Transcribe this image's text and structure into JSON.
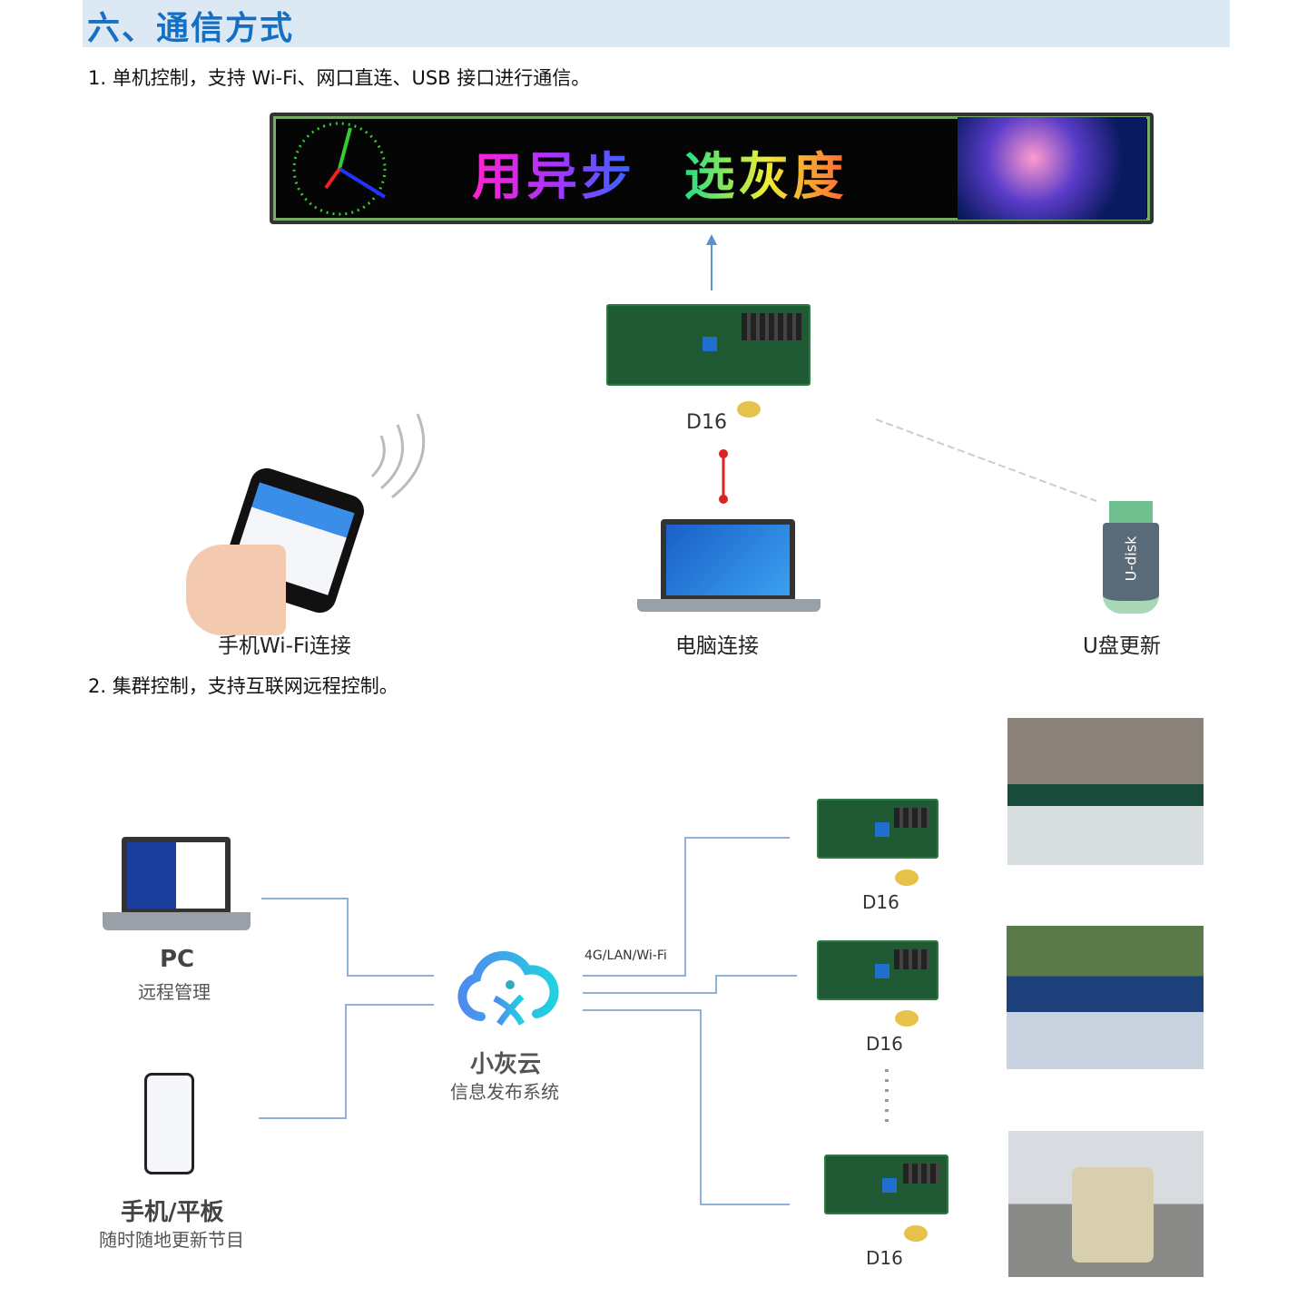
{
  "header": {
    "title": "六、通信方式"
  },
  "section1": {
    "text": "1. 单机控制，支持 Wi-Fi、网口直连、USB 接口进行通信。",
    "led_text_a": "用异步",
    "led_text_b": "选灰度",
    "controller": "D16",
    "phone_label": "手机Wi-Fi连接",
    "pc_label": "电脑连接",
    "udisk_label": "U盘更新",
    "udisk_text": "U-disk"
  },
  "section2": {
    "text": "2. 集群控制，支持互联网远程控制。",
    "pc_title": "PC",
    "pc_sub": "远程管理",
    "mobile_title": "手机/平板",
    "mobile_sub": "随时随地更新节目",
    "cloud_title": "小灰云",
    "cloud_sub": "信息发布系统",
    "network": "4G/LAN/Wi-Fi",
    "controllers": [
      "D16",
      "D16",
      "D16"
    ]
  },
  "colors": {
    "header_bg": "#dde8f5",
    "title": "#1570c4",
    "lines": "#8fb0d8"
  }
}
